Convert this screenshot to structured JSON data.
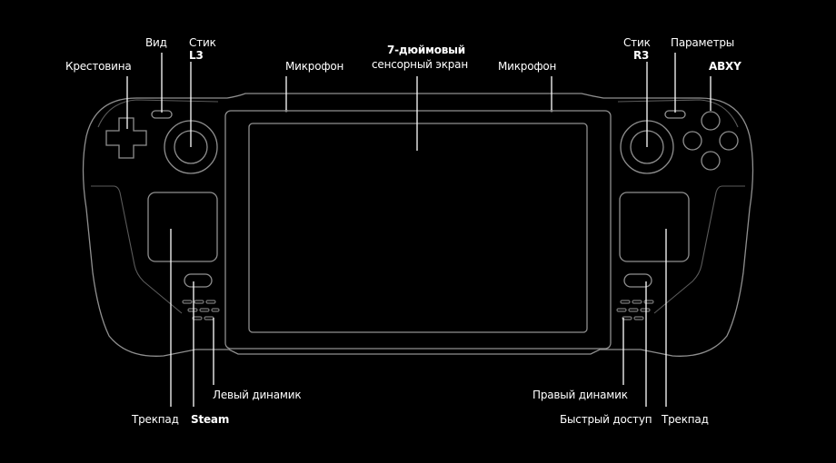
{
  "labels": {
    "dpad": "Крестовина",
    "view": "Вид",
    "stick_left_top": "Стик",
    "stick_left_name": "L3",
    "mic_left": "Микрофон",
    "screen_line1": "7-дюймовый",
    "screen_line2": "сенсорный экран",
    "mic_right": "Микрофон",
    "stick_right_top": "Стик",
    "stick_right_name": "R3",
    "options": "Параметры",
    "abxy": "ABXY",
    "trackpad_left": "Трекпад",
    "steam": "Steam",
    "speaker_left": "Левый динамик",
    "speaker_right": "Правый динамик",
    "quick_access": "Быстрый доступ",
    "trackpad_right": "Трекпад"
  }
}
